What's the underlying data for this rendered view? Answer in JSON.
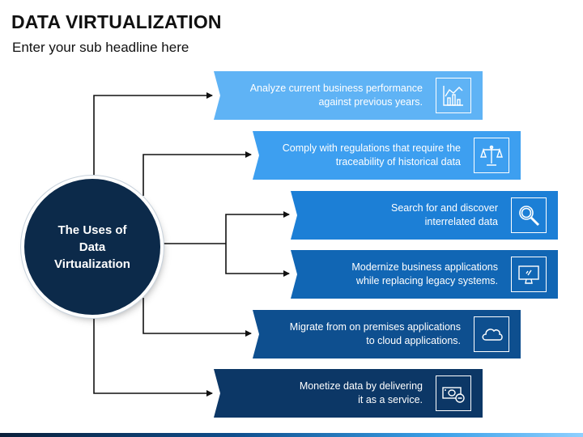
{
  "header": {
    "title": "DATA VIRTUALIZATION",
    "subtitle": "Enter your sub headline here"
  },
  "hub": {
    "label": "The Uses of\nData\nVirtualization"
  },
  "items": [
    {
      "text": "Analyze current business performance\nagainst previous years.",
      "icon": "bar-chart-icon",
      "color": "#5fb3f5"
    },
    {
      "text": "Comply with regulations that require the\ntraceability of historical data",
      "icon": "scales-icon",
      "color": "#3d9ff0"
    },
    {
      "text": "Search for and discover\ninterrelated data",
      "icon": "magnifier-icon",
      "color": "#1c7fd6"
    },
    {
      "text": "Modernize business applications\nwhile replacing legacy systems.",
      "icon": "monitor-icon",
      "color": "#1166b4"
    },
    {
      "text": "Migrate from on premises applications\nto cloud applications.",
      "icon": "cloud-icon",
      "color": "#0e4f8f"
    },
    {
      "text": "Monetize data by delivering\nit as a service.",
      "icon": "money-icon",
      "color": "#0c3766"
    }
  ]
}
